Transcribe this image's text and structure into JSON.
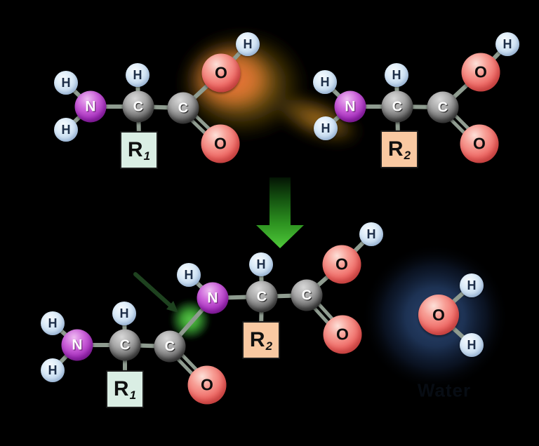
{
  "scene": {
    "background": "#000000"
  },
  "atom_labels": {
    "hydrogen": "H",
    "carbon": "C",
    "nitrogen": "N",
    "oxygen": "O"
  },
  "side_chains": {
    "r1": {
      "symbol": "R",
      "subscript": "1"
    },
    "r2": {
      "symbol": "R",
      "subscript": "2"
    }
  },
  "water": {
    "caption": "Water"
  },
  "colors": {
    "background": "#000000",
    "hydrogen_sphere": "#cfe2f4",
    "nitrogen_sphere": "#aa36c1",
    "carbon_sphere": "#6f6f6f",
    "oxygen_sphere": "#ed6961",
    "bond": "#8f9c90",
    "r1_tile": "#daeee4",
    "r2_tile": "#f9c9a2",
    "reaction_arrow": "#3fae2a",
    "leaving_group_glow": "#d98a2e",
    "peptide_bond_highlight": "#3da23b",
    "water_glow": "#23406a",
    "water_caption": "#2d4a74"
  }
}
